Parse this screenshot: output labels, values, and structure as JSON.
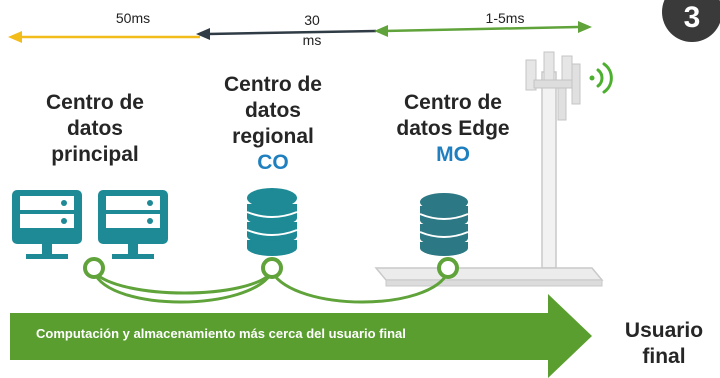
{
  "badge": "3",
  "latencies": {
    "main": "50ms",
    "regional_line1": "30",
    "regional_line2": "ms",
    "edge": "1-5ms"
  },
  "centers": [
    {
      "line1": "Centro de",
      "line2": "datos",
      "line3": "principal",
      "code": ""
    },
    {
      "line1": "Centro de",
      "line2": "datos",
      "line3": "regional",
      "code": "CO"
    },
    {
      "line1": "Centro de",
      "line2": "datos Edge",
      "line3": "",
      "code": "MO"
    }
  ],
  "banner": "Computación y almacenamiento más cerca del usuario final",
  "end_user": {
    "line1": "Usuario",
    "line2": "final"
  },
  "colors": {
    "main_arrow": "#f2bc1b",
    "regional_arrow": "#2f3b45",
    "edge_arrow": "#5fa33a",
    "teal": "#1d8a96",
    "green": "#6bb13a",
    "code_blue": "#1f7fbf"
  }
}
